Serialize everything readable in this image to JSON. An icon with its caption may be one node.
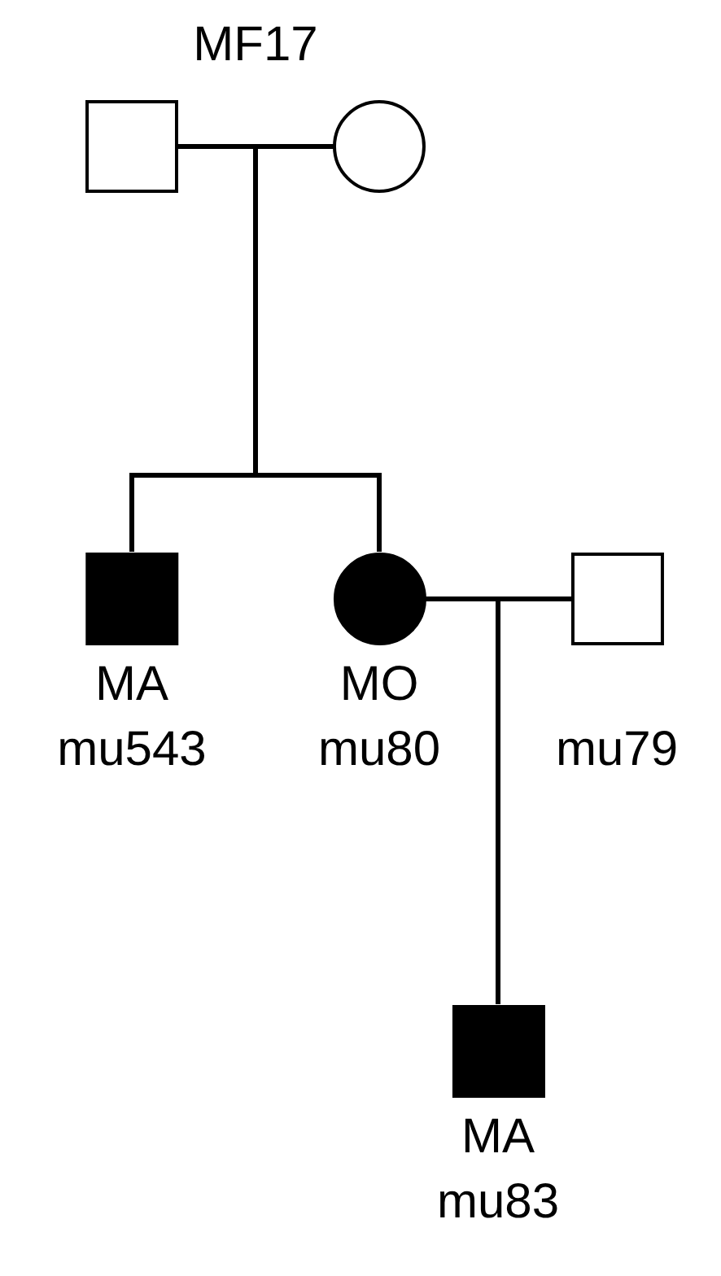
{
  "diagram": {
    "nodes": [
      {
        "text": [],
        "shape": "box"
      },
      {
        "text": [],
        "shape": "circle"
      },
      {
        "text": [
          "MA",
          "mu543"
        ]
      },
      {
        "text": [
          "MO",
          "mu80"
        ]
      },
      {
        "text": [
          "mu79"
        ]
      },
      {
        "text": [
          "MA",
          "mu83"
        ]
      }
    ],
    "edges": [
      {
        "from": 0,
        "to": 1,
        "arrow": "none"
      },
      {
        "from": 0,
        "to": 2,
        "arrow": "none"
      },
      {
        "from": 0,
        "to": 3,
        "arrow": "none"
      },
      {
        "from": 1,
        "to": 2,
        "arrow": "none"
      },
      {
        "from": 1,
        "to": 3,
        "arrow": "none"
      },
      {
        "from": 3,
        "to": 4,
        "arrow": "none"
      },
      {
        "from": 3,
        "to": 5,
        "arrow": "none"
      },
      {
        "from": 4,
        "to": 5,
        "arrow": "none"
      }
    ],
    "labels": [
      "MF17"
    ]
  }
}
